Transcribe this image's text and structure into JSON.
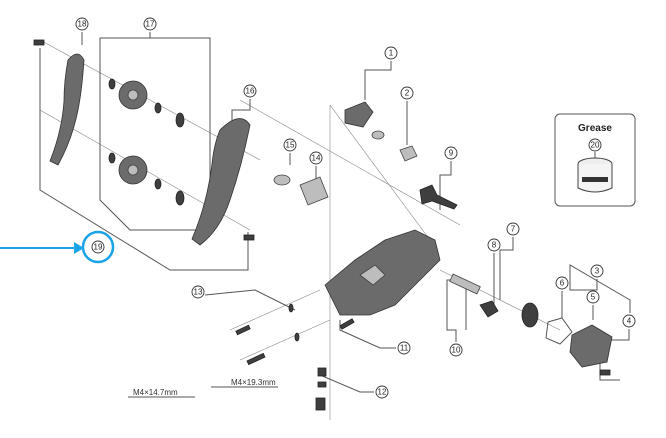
{
  "callouts": {
    "c1": "1",
    "c2": "2",
    "c3": "3",
    "c4": "4",
    "c5": "5",
    "c6": "6",
    "c7": "7",
    "c8": "8",
    "c9": "9",
    "c10": "10",
    "c11": "11",
    "c12": "12",
    "c13": "13",
    "c14": "14",
    "c15": "15",
    "c16": "16",
    "c17": "17",
    "c18": "18",
    "c19": "19",
    "c20": "20"
  },
  "grease_box": {
    "title": "Grease"
  },
  "bolt_labels": {
    "short": "M4×14.7mm",
    "long": "M4×19.3mm"
  },
  "highlight": {
    "target_callout": "19",
    "color": "#1aa3e8"
  }
}
